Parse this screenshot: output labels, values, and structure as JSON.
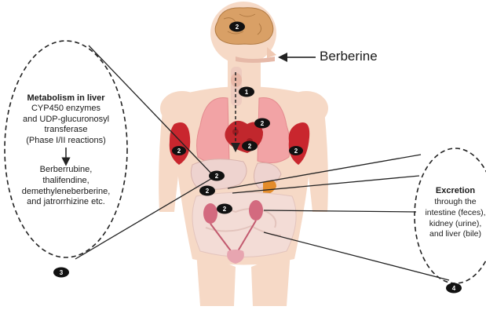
{
  "labels": {
    "berberine": "Berberine"
  },
  "liver_box": {
    "title": "Metabolism in liver",
    "line1": "CYP450 enzymes",
    "line2": "and UDP-glucuronosyl",
    "line3": "transferase",
    "line4": "(Phase I/II reactions)",
    "metabolites": [
      "Berberrubine,",
      "thalifendine,",
      "demethyleneberberine,",
      "and jatrorrhizine  etc."
    ],
    "badge": "3"
  },
  "excretion_box": {
    "title": "Excretion",
    "line1": "through the",
    "line2": "intestine (feces),",
    "line3": "kidney (urine),",
    "line4": "and liver (bile)",
    "badge": "4"
  },
  "badges": {
    "brain": "2",
    "entry": "1",
    "lung": "2",
    "heart": "2",
    "arm_left": "2",
    "arm_right": "2",
    "liver": "2",
    "stomach": "2",
    "kidney": "2"
  },
  "colors": {
    "skin": "#f6d9c6",
    "skin_shade": "#efc8b2",
    "lung": "#f2a3a5",
    "heart": "#c1272d",
    "muscle": "#c9262e",
    "brain": "#d9a066",
    "gallbladder": "#e38c2b",
    "organ_pale": "#eed3cf",
    "kidney": "#d36a7f",
    "badge": "#111111"
  }
}
